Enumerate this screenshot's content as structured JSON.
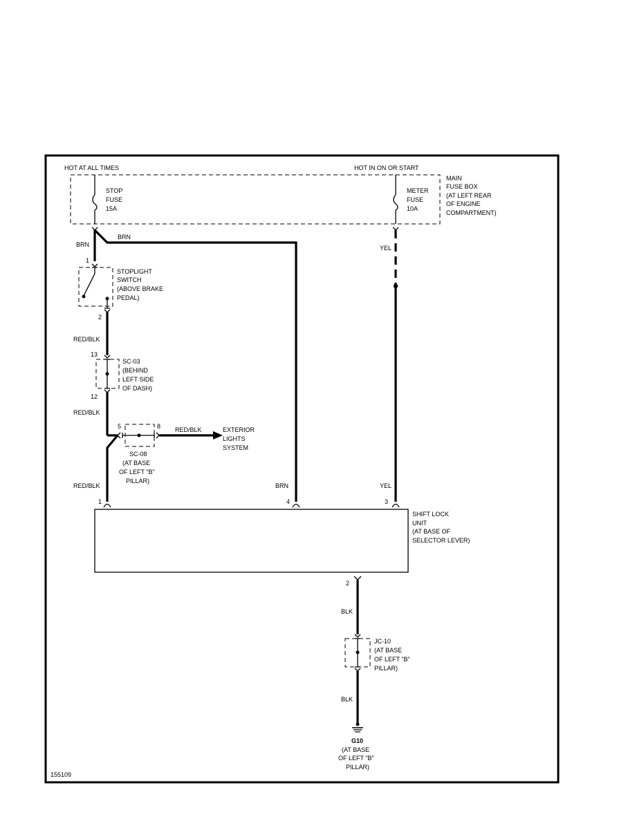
{
  "power": {
    "hot_at_all_times": "HOT AT ALL TIMES",
    "hot_in_on_or_start": "HOT IN ON OR START"
  },
  "fuse_box": {
    "label": [
      "MAIN",
      "FUSE BOX",
      "(AT LEFT REAR",
      "OF ENGINE",
      "COMPARTMENT)"
    ],
    "stop_fuse": [
      "STOP",
      "FUSE",
      "15A"
    ],
    "meter_fuse": [
      "METER",
      "FUSE",
      "10A"
    ]
  },
  "stoplight_switch": {
    "label": [
      "STOPLIGHT",
      "SWITCH",
      "(ABOVE BRAKE",
      "PEDAL)"
    ],
    "pin_top": "1",
    "pin_bottom": "2"
  },
  "sc03": {
    "label": [
      "SC-03",
      "(BEHIND",
      "LEFT SIDE",
      "OF DASH)"
    ],
    "pin_top": "13",
    "pin_bottom": "12"
  },
  "sc08": {
    "label": [
      "SC-08",
      "(AT BASE",
      "OF LEFT \"B\"",
      "PILLAR)"
    ],
    "pin_left": "5",
    "pin_right": "8"
  },
  "exterior_lights": [
    "EXTERIOR",
    "LIGHTS",
    "SYSTEM"
  ],
  "shift_lock_unit": {
    "label": [
      "SHIFT LOCK",
      "UNIT",
      "(AT BASE OF",
      "SELECTOR LEVER)"
    ],
    "pin1": "1",
    "pin4": "4",
    "pin3": "3",
    "pin2": "2"
  },
  "jc10": {
    "label": [
      "JC-10",
      "(AT BASE",
      "OF LEFT \"B\"",
      "PILLAR)"
    ]
  },
  "ground": {
    "id": "G10",
    "label": [
      "(AT BASE",
      "OF LEFT \"B\"",
      "PILLAR)"
    ]
  },
  "wires": {
    "brn": "BRN",
    "red_blk": "RED/BLK",
    "yel": "YEL",
    "blk": "BLK"
  },
  "figure_id": "155109"
}
